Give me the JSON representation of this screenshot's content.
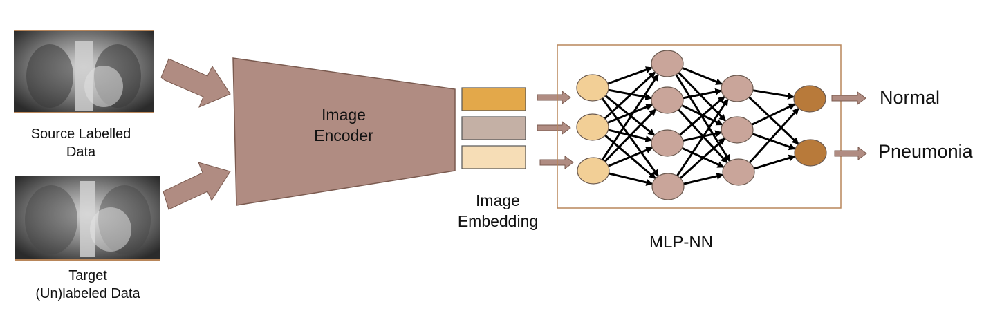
{
  "source": {
    "caption": "Source Labelled\nData"
  },
  "target": {
    "caption": "Target\n(Un)labeled Data"
  },
  "encoder": {
    "label": "Image\nEncoder",
    "color": "#b08c82"
  },
  "embedding": {
    "label": "Image\nEmbedding",
    "colors": [
      "#e3a84a",
      "#c4b0a5",
      "#f6ddb6"
    ]
  },
  "mlp": {
    "label": "MLP-NN",
    "layer_sizes": [
      3,
      4,
      3,
      2
    ],
    "layer_colors": [
      "#f2cf96",
      "#c9a59a",
      "#c9a59a",
      "#b87a3a"
    ]
  },
  "outputs": [
    "Normal",
    "Pneumonia"
  ],
  "colors": {
    "arrow_fill": "#b08c82",
    "arrow_stroke": "#7a5a4f",
    "frame": "#b8865a"
  }
}
